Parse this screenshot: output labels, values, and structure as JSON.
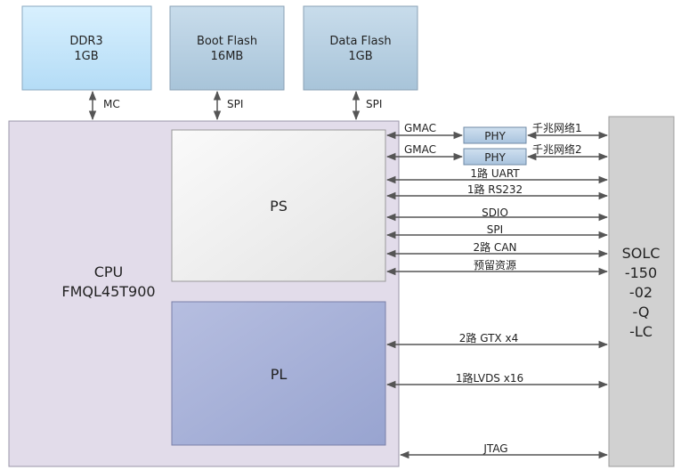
{
  "memories": [
    {
      "line1": "DDR3",
      "line2": "1GB",
      "bus": "MC"
    },
    {
      "line1": "Boot Flash",
      "line2": "16MB",
      "bus": "SPI"
    },
    {
      "line1": "Data Flash",
      "line2": "1GB",
      "bus": "SPI"
    }
  ],
  "cpu": {
    "line1": "CPU",
    "line2": "FMQL45T900"
  },
  "ps_label": "PS",
  "pl_label": "PL",
  "phy_links": [
    {
      "left": "GMAC",
      "phy": "PHY",
      "right": "千兆网络1"
    },
    {
      "left": "GMAC",
      "phy": "PHY",
      "right": "千兆网络2"
    }
  ],
  "ps_buses": [
    "1路 UART",
    "1路 RS232",
    "SDIO",
    "SPI",
    "2路 CAN",
    "预留资源"
  ],
  "pl_buses": [
    "2路 GTX x4",
    "1路LVDS x16"
  ],
  "jtag_label": "JTAG",
  "connector": [
    "SOLC",
    "-150",
    "-02",
    "-Q",
    "-LC"
  ],
  "colors": {
    "ddr3_fill": "#c6e6fa",
    "flash_fill": "#b6cfe0",
    "cpu_fill": "#e2dcea",
    "ps_fill": "#eeeeee",
    "pl_fill": "#a8b2d8",
    "phy_fill": "#b8cfe6",
    "connector_fill": "#d1d1d1",
    "arrow": "#555555"
  }
}
